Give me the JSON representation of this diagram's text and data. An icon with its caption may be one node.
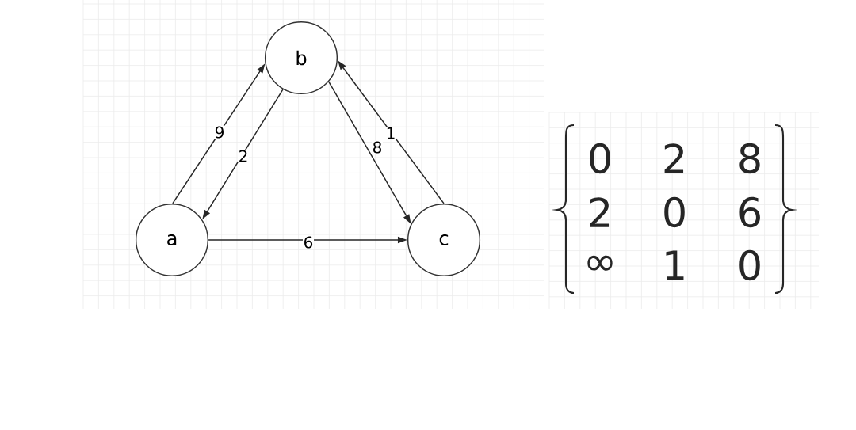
{
  "diagram": {
    "nodes": [
      {
        "text": [
          "a"
        ]
      },
      {
        "text": [
          "b"
        ]
      },
      {
        "text": [
          "c"
        ]
      }
    ],
    "edges": [
      {
        "from": 0,
        "to": 1,
        "arrow": "to",
        "label": "9"
      },
      {
        "from": 1,
        "to": 0,
        "arrow": "to",
        "label": "2"
      },
      {
        "from": 1,
        "to": 2,
        "arrow": "to",
        "label": "8"
      },
      {
        "from": 2,
        "to": 1,
        "arrow": "to",
        "label": "1"
      },
      {
        "from": 0,
        "to": 2,
        "arrow": "to",
        "label": "6"
      }
    ],
    "labels": [
      "0",
      "2",
      "8",
      "2",
      "0",
      "6",
      "∞",
      "1",
      "0"
    ]
  }
}
